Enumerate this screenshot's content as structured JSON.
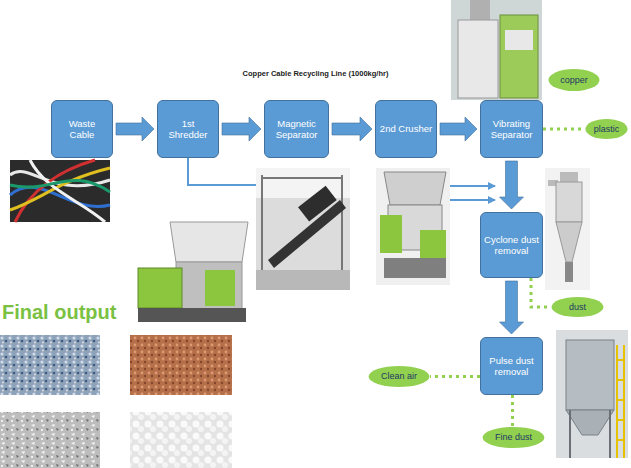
{
  "diagram": {
    "title": "Copper Cable Recycling Line (1000kg/hr)",
    "nodes": [
      {
        "text": [
          "Waste Cable"
        ]
      },
      {
        "text": [
          "1st Shredder"
        ]
      },
      {
        "text": [
          "Magnetic Separator"
        ]
      },
      {
        "text": [
          "2nd Crusher"
        ]
      },
      {
        "text": [
          "copper"
        ]
      },
      {
        "text": [
          "Vibrating Separator"
        ]
      },
      {
        "text": [
          "plastic"
        ]
      },
      {
        "text": [
          "Cyclone dust removal"
        ]
      },
      {
        "text": [
          "dust"
        ]
      },
      {
        "text": [
          "Clean air"
        ]
      },
      {
        "text": [
          "Pulse dust removal"
        ]
      },
      {
        "text": [
          "Fine dust"
        ]
      }
    ],
    "edges": [
      {
        "from": 0,
        "to": 1,
        "arrow": "to"
      },
      {
        "from": 1,
        "to": 2,
        "arrow": "to"
      },
      {
        "from": 2,
        "to": 3,
        "arrow": "to"
      },
      {
        "from": 3,
        "to": 5,
        "arrow": "to"
      },
      {
        "from": 5,
        "to": 6,
        "arrow": "none"
      },
      {
        "from": 5,
        "to": 7,
        "arrow": "to"
      },
      {
        "from": 7,
        "to": 8,
        "arrow": "none"
      },
      {
        "from": 7,
        "to": 10,
        "arrow": "to"
      },
      {
        "from": 10,
        "to": 9,
        "arrow": "none"
      },
      {
        "from": 10,
        "to": 11,
        "arrow": "none"
      }
    ],
    "labels": [
      "Final output"
    ]
  }
}
